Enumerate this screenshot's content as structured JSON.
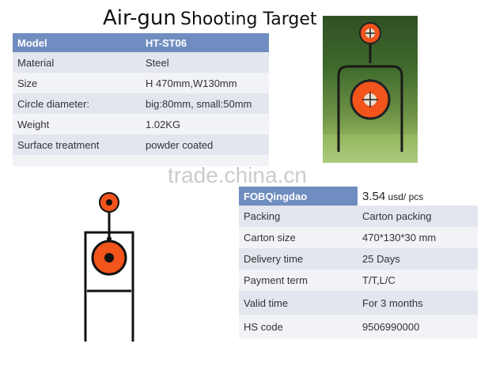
{
  "title": {
    "main": "Air-gun",
    "sub": "Shooting Target"
  },
  "spec": {
    "header": {
      "key": "Model",
      "value": "HT-ST06"
    },
    "rows": [
      {
        "key": "Material",
        "value": "Steel"
      },
      {
        "key": "Size",
        "value": "H 470mm,W130mm"
      },
      {
        "key": "Circle diameter:",
        "value": "big:80mm, small:50mm"
      },
      {
        "key": "Weight",
        "value": "1.02KG"
      },
      {
        "key": "Surface treatment",
        "value": "powder coated"
      }
    ]
  },
  "watermark": "trade.china.cn",
  "trade": {
    "header": {
      "key": "FOBQingdao",
      "price": "3.54",
      "unit": "usd/ pcs"
    },
    "rows": [
      {
        "key": "Packing",
        "value": "Carton packing"
      },
      {
        "key": "Carton size",
        "value": "470*130*30 mm"
      },
      {
        "key": "Delivery time",
        "value": "25 Days"
      },
      {
        "key": "Payment term",
        "value": "T/T,L/C"
      },
      {
        "key": "Valid time",
        "value": "For 3 months"
      },
      {
        "key": "HS code",
        "value": "9506990000"
      }
    ]
  },
  "colors": {
    "header_bg": "#6f8dc0",
    "target_orange": "#f2541b",
    "row_even": "#e3e6ee",
    "row_odd": "#f2f3f7"
  }
}
